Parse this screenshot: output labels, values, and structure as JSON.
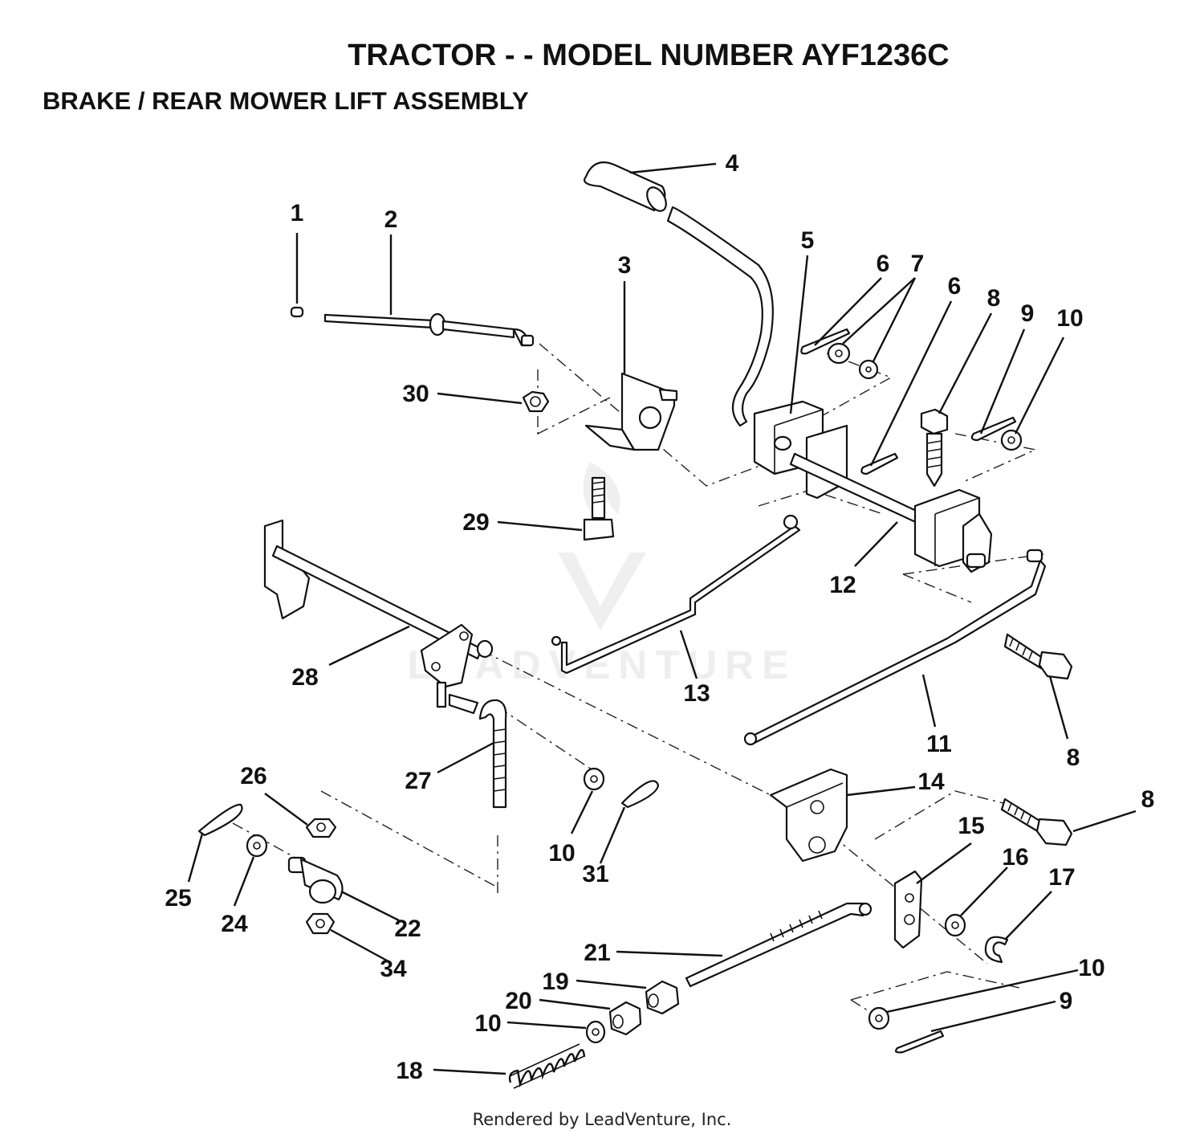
{
  "header": {
    "title": "TRACTOR - - MODEL NUMBER AYF1236C",
    "subtitle": "BRAKE / REAR MOWER LIFT ASSEMBLY"
  },
  "watermark": "LEADVENTURE",
  "footer": "Rendered by LeadVenture, Inc.",
  "callouts": [
    "1",
    "2",
    "3",
    "4",
    "5",
    "6",
    "7",
    "6",
    "8",
    "9",
    "10",
    "30",
    "29",
    "12",
    "28",
    "13",
    "11",
    "8",
    "27",
    "26",
    "14",
    "8",
    "10",
    "31",
    "25",
    "24",
    "22",
    "15",
    "16",
    "17",
    "34",
    "21",
    "10",
    "19",
    "20",
    "10",
    "9",
    "18"
  ]
}
